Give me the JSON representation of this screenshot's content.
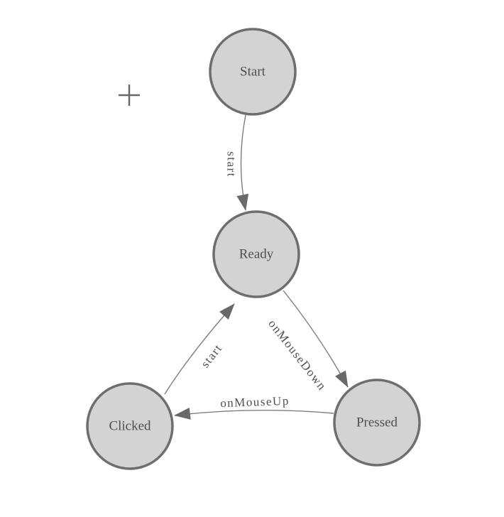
{
  "diagram": {
    "type": "state-machine",
    "background": "#ffffff",
    "nodes": [
      {
        "id": "start",
        "label": "Start"
      },
      {
        "id": "ready",
        "label": "Ready"
      },
      {
        "id": "clicked",
        "label": "Clicked"
      },
      {
        "id": "pressed",
        "label": "Pressed"
      }
    ],
    "edges": [
      {
        "from": "Start",
        "to": "Ready",
        "label": "start"
      },
      {
        "from": "Clicked",
        "to": "Ready",
        "label": "start"
      },
      {
        "from": "Ready",
        "to": "Pressed",
        "label": "onMouseDown"
      },
      {
        "from": "Pressed",
        "to": "Clicked",
        "label": "onMouseUp"
      }
    ],
    "cursor_marker": {
      "shape": "plus"
    }
  },
  "palette": {
    "node_fill": "#d3d3d3",
    "node_stroke": "#6e6e6e",
    "edge_color": "#7d7d7d",
    "arrow_color": "#696969",
    "text_color": "#4f4f4f",
    "canvas_bg": "#ffffff"
  }
}
